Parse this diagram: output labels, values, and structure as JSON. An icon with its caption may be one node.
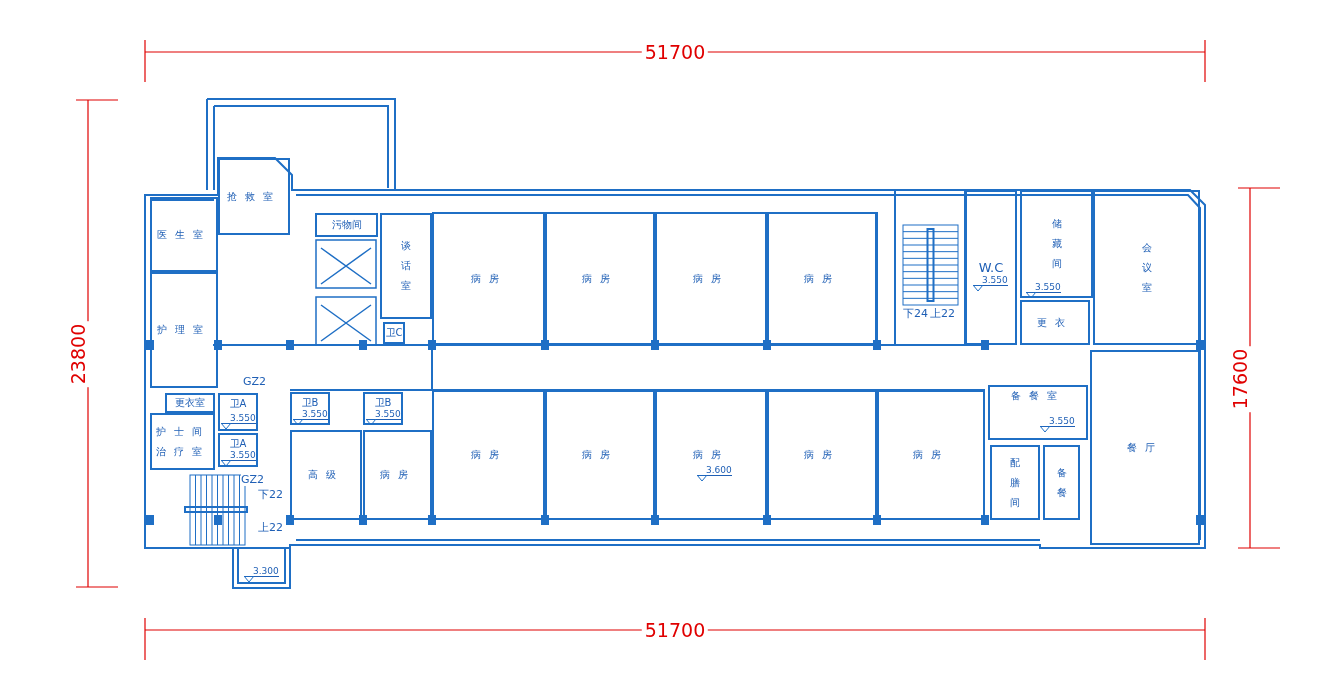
{
  "diagram": {
    "nodes": [
      {
        "text": [
          "抢救室"
        ]
      },
      {
        "text": [
          "医生室"
        ]
      },
      {
        "text": [
          "护理室"
        ]
      },
      {
        "text": [
          "污物间"
        ]
      },
      {
        "text": [
          "谈话室"
        ]
      },
      {
        "text": [
          "卫C"
        ]
      },
      {
        "text": [
          "更衣室"
        ]
      },
      {
        "text": [
          "护士间",
          "治疗室"
        ]
      },
      {
        "text": [
          "卫A"
        ]
      },
      {
        "text": [
          "卫A"
        ]
      },
      {
        "text": [
          "卫B"
        ]
      },
      {
        "text": [
          "卫B"
        ]
      },
      {
        "text": [
          "高级"
        ]
      },
      {
        "text": [
          "病房"
        ]
      },
      {
        "text": [
          "病房"
        ]
      },
      {
        "text": [
          "病房"
        ]
      },
      {
        "text": [
          "病房"
        ]
      },
      {
        "text": [
          "病房"
        ]
      },
      {
        "text": [
          "病房"
        ]
      },
      {
        "text": [
          "病房"
        ]
      },
      {
        "text": [
          "病房"
        ]
      },
      {
        "text": [
          "病房"
        ]
      },
      {
        "text": [
          "病房"
        ]
      },
      {
        "text": [
          "W.C"
        ]
      },
      {
        "text": [
          "储藏间"
        ]
      },
      {
        "text": [
          "更衣"
        ]
      },
      {
        "text": [
          "会议室"
        ]
      },
      {
        "text": [
          "备餐室"
        ]
      },
      {
        "text": [
          "配膳间"
        ]
      },
      {
        "text": [
          "备餐"
        ]
      },
      {
        "text": [
          "餐厅"
        ]
      }
    ],
    "labels": [
      "51700",
      "23800",
      "17600",
      "GZ2",
      "3.550",
      "3.550",
      "3.550",
      "3.550",
      "GZ2",
      "下22",
      "上22",
      "3.300",
      "3.600",
      "3.550",
      "3.550",
      "下24",
      "上22",
      "3.550",
      "51700"
    ]
  }
}
